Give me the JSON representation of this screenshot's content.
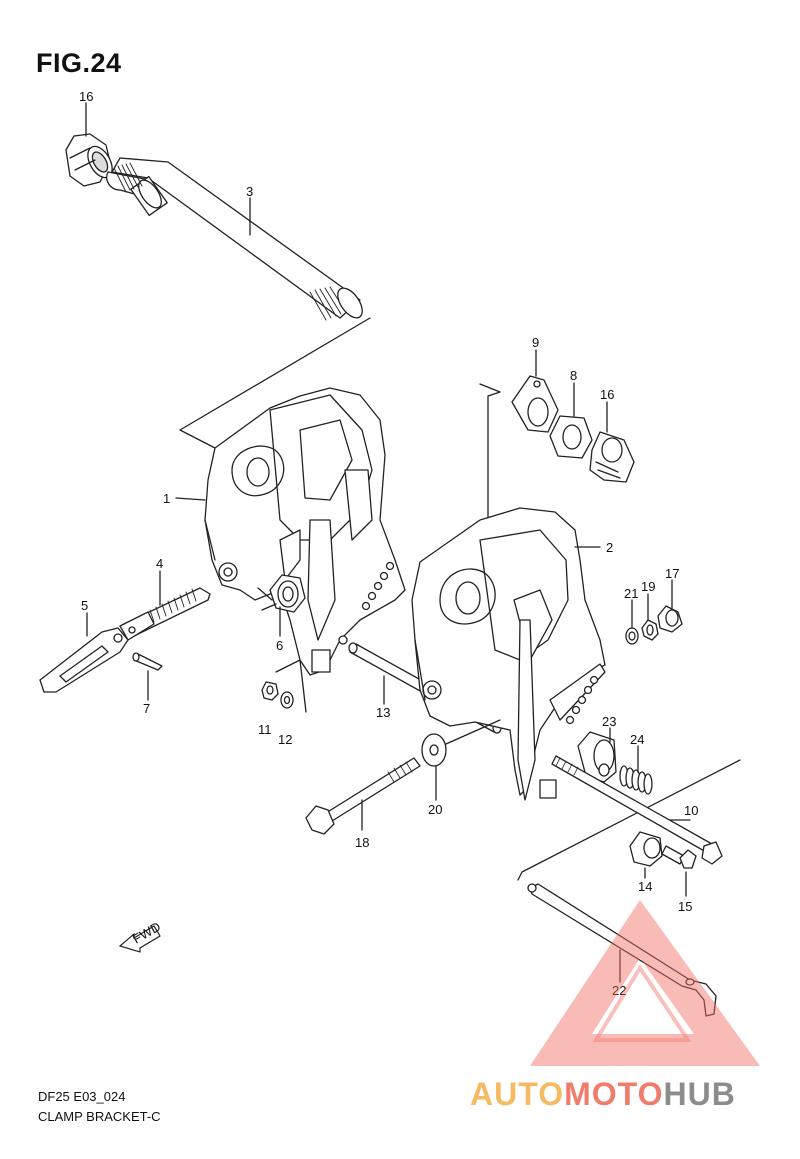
{
  "figure": {
    "title": "FIG.24",
    "code": "DF25 E03_024",
    "name": "CLAMP BRACKET-C"
  },
  "callouts": [
    "16",
    "3",
    "9",
    "8",
    "16",
    "1",
    "2",
    "17",
    "21",
    "19",
    "4",
    "5",
    "6",
    "7",
    "13",
    "11",
    "12",
    "23",
    "24",
    "20",
    "18",
    "10",
    "14",
    "15",
    "22"
  ],
  "fwd_label": "FWD",
  "watermark": {
    "part1": "AUTO",
    "part2": "MOTO",
    "part3": "HUB",
    "colors": {
      "auto": "#f5ba62",
      "moto": "#f07c6c",
      "hub": "#8c8c8c",
      "triangle": "#f26d63"
    }
  }
}
